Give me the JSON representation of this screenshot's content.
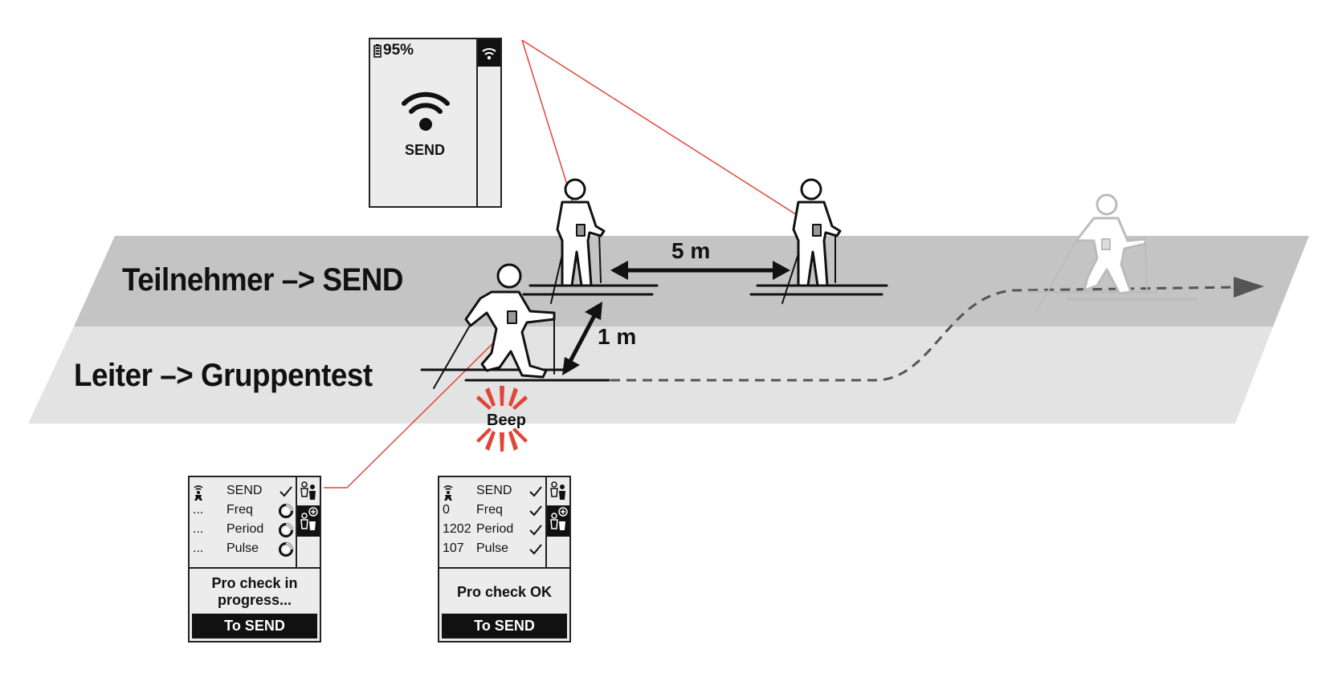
{
  "lanes": {
    "participants": "Teilnehmer  –> SEND",
    "leader": "Leiter  –> Gruppentest"
  },
  "distances": {
    "horizontal": "5 m",
    "vertical": "1 m"
  },
  "beep": "Beep",
  "device_top": {
    "battery": "95%",
    "mode": "SEND",
    "icons": [
      "battery-icon",
      "wifi-icon"
    ]
  },
  "device_progress": {
    "rows": [
      {
        "num": "...",
        "label": "SEND",
        "status": "check"
      },
      {
        "num": "...",
        "label": "Freq",
        "status": "pending"
      },
      {
        "num": "...",
        "label": "Period",
        "status": "pending"
      },
      {
        "num": "...",
        "label": "Pulse",
        "status": "pending"
      }
    ],
    "message": "Pro check in progress...",
    "button": "To SEND"
  },
  "device_ok": {
    "rows": [
      {
        "num": "",
        "label": "SEND",
        "status": "check"
      },
      {
        "num": "0",
        "label": "Freq",
        "status": "check"
      },
      {
        "num": "1202",
        "label": "Period",
        "status": "check"
      },
      {
        "num": "107",
        "label": "Pulse",
        "status": "check"
      }
    ],
    "message": "Pro check OK",
    "button": "To SEND"
  },
  "colors": {
    "lane_top": "#c4c4c4",
    "lane_bottom": "#e3e3e3",
    "signal_line": "#e0453a",
    "beep_burst": "#e0453a",
    "screen_bg": "#ececec",
    "ink": "#111111"
  }
}
